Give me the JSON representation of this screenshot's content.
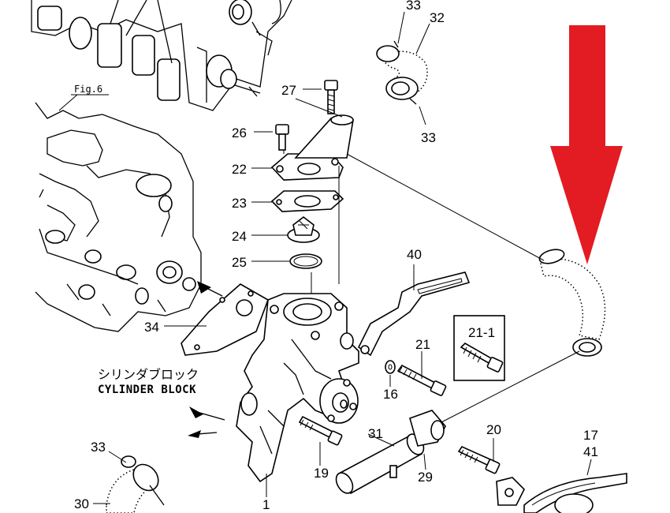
{
  "figure_ref": "Fig.6",
  "cylinder_block_jp": "シリンダブロック",
  "cylinder_block_en": "CYLINDER BLOCK",
  "arrow_color": "#e31b23",
  "parts": {
    "p33_top": "33",
    "p32": "32",
    "p33_mid": "33",
    "p27": "27",
    "p26": "26",
    "p22": "22",
    "p23": "23",
    "p24": "24",
    "p25": "25",
    "p34": "34",
    "p40": "40",
    "p21_1": "21-1",
    "p21": "21",
    "p16": "16",
    "p20": "20",
    "p19": "19",
    "p31": "31",
    "p29": "29",
    "p17": "17",
    "p41": "41",
    "p33_low": "33",
    "p30": "30",
    "p1": "1"
  }
}
